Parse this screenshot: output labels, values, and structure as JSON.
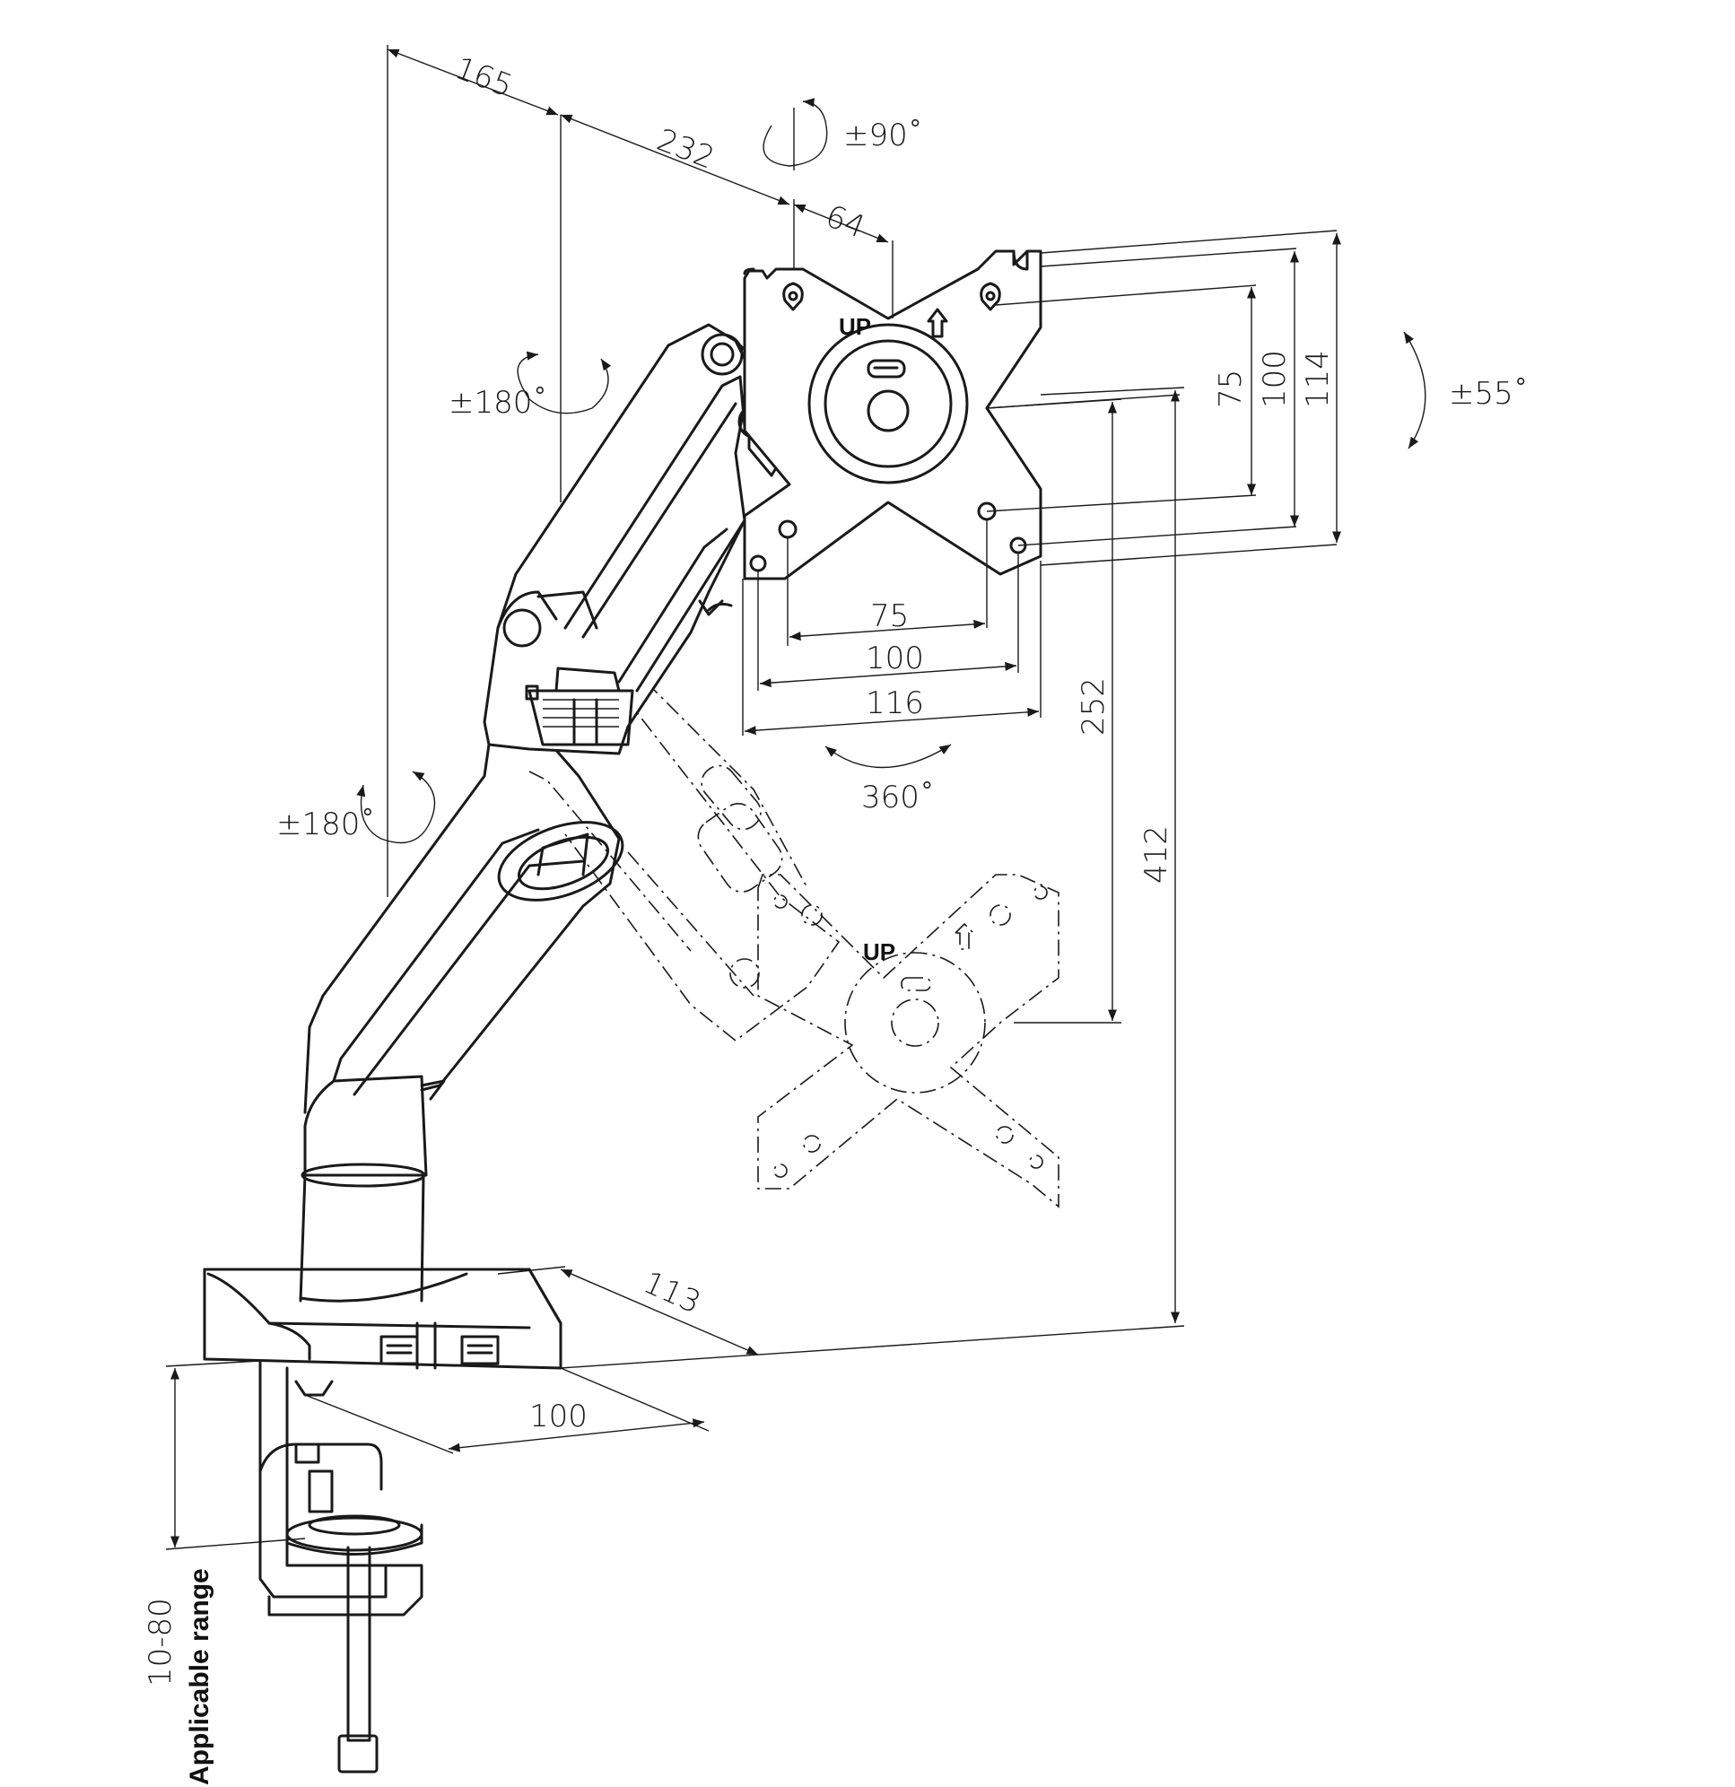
{
  "dimensions": {
    "arm_reach_1": "165",
    "arm_reach_2": "232",
    "plate_offset": "64",
    "vesa_h_75": "75",
    "vesa_h_100": "100",
    "plate_width": "116",
    "vesa_v_75": "75",
    "vesa_v_100": "100",
    "plate_height": "114",
    "height_range": "252",
    "max_height": "412",
    "base_depth": "113",
    "base_width": "100",
    "clamp_range": "10-80"
  },
  "rotations": {
    "portrait_rotation": "±90˚",
    "tilt": "±55˚",
    "upper_arm_swivel": "±180˚",
    "lower_arm_swivel": "±180˚",
    "pan": "360˚"
  },
  "plate_labels": {
    "up_text": "UP"
  },
  "clamp": {
    "applicable_range_label": "Applicable range"
  }
}
